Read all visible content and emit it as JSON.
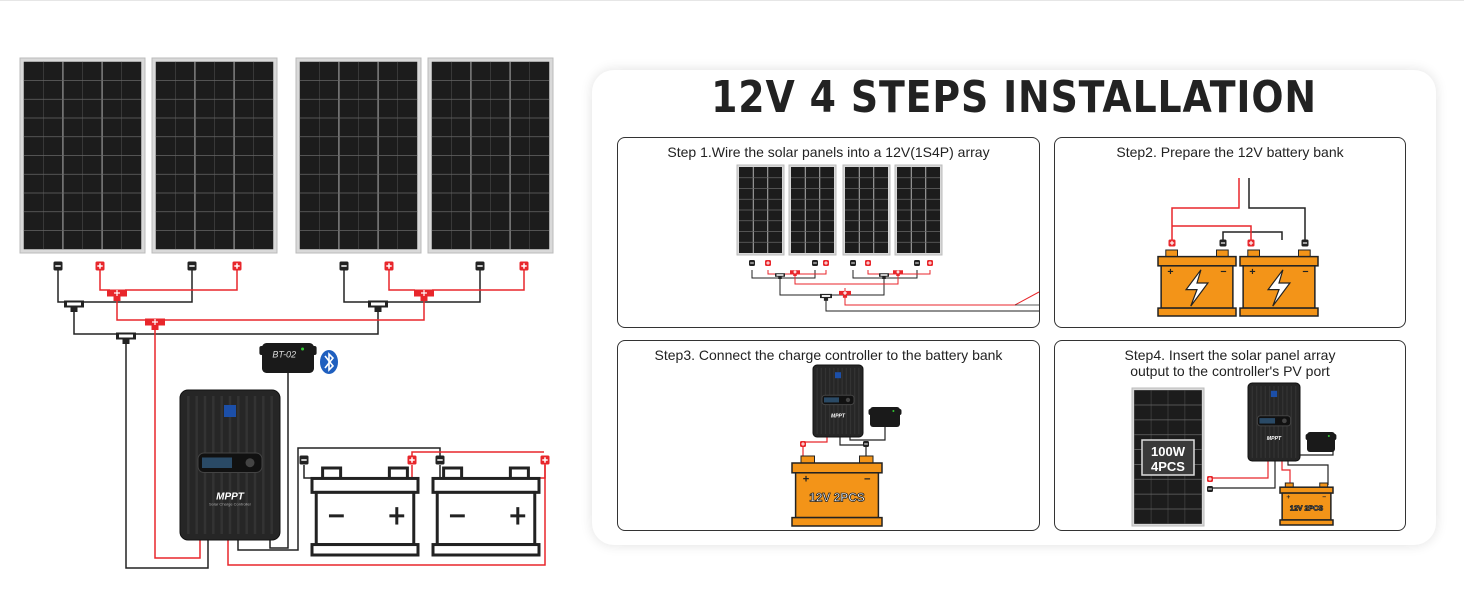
{
  "title": "12V 4 STEPS INSTALLATION",
  "steps": [
    {
      "label": "Step 1.Wire the solar panels into a 12V(1S4P) array"
    },
    {
      "label": "Step2. Prepare the 12V battery bank"
    },
    {
      "label": "Step3. Connect the charge controller to the battery bank"
    },
    {
      "label": "Step4. Insert the solar panel array output to the controller's PV port"
    }
  ],
  "controller": {
    "brand_label": "MPPT",
    "sub_label": "Solar Charge Controller"
  },
  "bt_module": {
    "label": "BT-02"
  },
  "battery_label": "12V 2PCS",
  "panel_badge": {
    "line1": "100W",
    "line2": "4PCS"
  },
  "colors": {
    "positive": "#e8262b",
    "negative": "#222222",
    "battery": "#f39418",
    "panel": "#1c1c1c"
  }
}
